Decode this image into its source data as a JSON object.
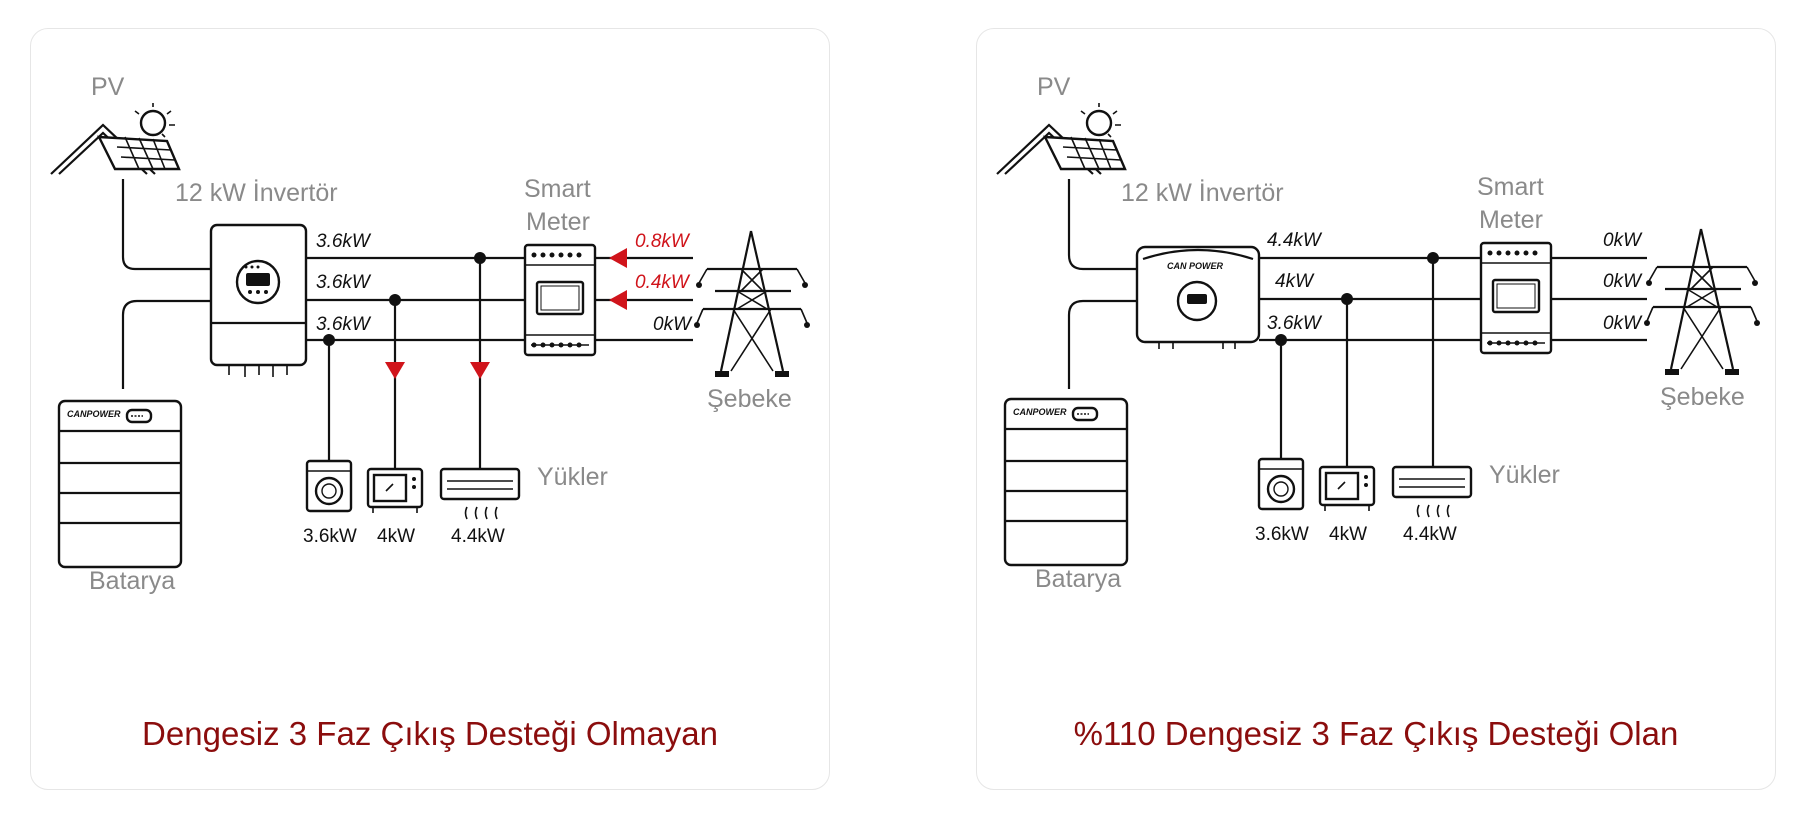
{
  "colors": {
    "caption": "#8b0d0d",
    "accent_arrow": "#d0141b",
    "labels": "#8a8a8a"
  },
  "left": {
    "pv": "PV",
    "inverter": "12 kW İnvertör",
    "meter_line1": "Smart",
    "meter_line2": "Meter",
    "grid": "Şebeke",
    "battery": "Batarya",
    "loads": "Yükler",
    "brand": "CANPOWER",
    "phase1": "3.6kW",
    "phase2": "3.6kW",
    "phase3": "3.6kW",
    "grid1": "0.8kW",
    "grid2": "0.4kW",
    "grid3": "0kW",
    "load1": "3.6kW",
    "load2": "4kW",
    "load3": "4.4kW",
    "caption": "Dengesiz 3 Faz Çıkış Desteği Olmayan"
  },
  "right": {
    "pv": "PV",
    "inverter": "12 kW İnvertör",
    "meter_line1": "Smart",
    "meter_line2": "Meter",
    "grid": "Şebeke",
    "battery": "Batarya",
    "loads": "Yükler",
    "brand": "CANPOWER",
    "inv_brand": "CAN POWER",
    "phase1": "4.4kW",
    "phase2": "4kW",
    "phase3": "3.6kW",
    "grid1": "0kW",
    "grid2": "0kW",
    "grid3": "0kW",
    "load1": "3.6kW",
    "load2": "4kW",
    "load3": "4.4kW",
    "caption": "%110 Dengesiz 3 Faz Çıkış Desteği Olan"
  }
}
